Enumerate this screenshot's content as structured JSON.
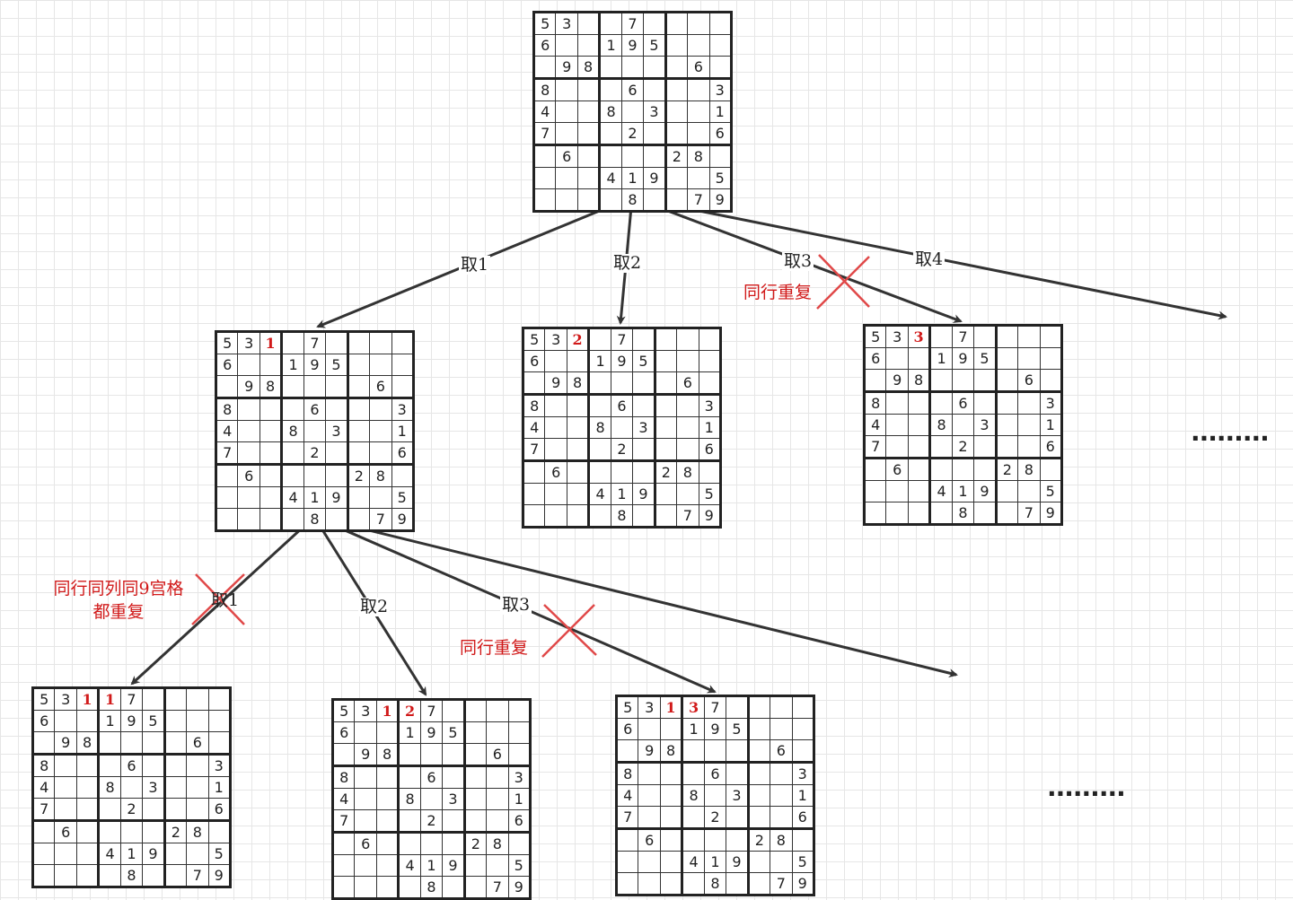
{
  "root_grid": [
    [
      "5",
      "3",
      "",
      "",
      "7",
      "",
      "",
      "",
      ""
    ],
    [
      "6",
      "",
      "",
      "1",
      "9",
      "5",
      "",
      "",
      ""
    ],
    [
      "",
      "9",
      "8",
      "",
      "",
      "",
      "",
      "6",
      ""
    ],
    [
      "8",
      "",
      "",
      "",
      "6",
      "",
      "",
      "",
      "3"
    ],
    [
      "4",
      "",
      "",
      "8",
      "",
      "3",
      "",
      "",
      "1"
    ],
    [
      "7",
      "",
      "",
      "",
      "2",
      "",
      "",
      "",
      "6"
    ],
    [
      "",
      "6",
      "",
      "",
      "",
      "",
      "2",
      "8",
      ""
    ],
    [
      "",
      "",
      "",
      "4",
      "1",
      "9",
      "",
      "",
      "5"
    ],
    [
      "",
      "",
      "",
      "",
      "8",
      "",
      "",
      "7",
      "9"
    ]
  ],
  "level1": {
    "labels": [
      "取1",
      "取2",
      "取3",
      "取4"
    ],
    "note": "同行重复",
    "grids": [
      {
        "placed": [
          {
            "col": 2,
            "value": "1"
          }
        ]
      },
      {
        "placed": [
          {
            "col": 2,
            "value": "2"
          }
        ]
      },
      {
        "placed": [
          {
            "col": 2,
            "value": "3"
          }
        ]
      }
    ],
    "ellipsis": "........."
  },
  "level2": {
    "labels": [
      "取1",
      "取2",
      "取3"
    ],
    "note_lines": [
      "同行同列同9宫格",
      "都重复"
    ],
    "note": "同行重复",
    "grids": [
      {
        "placed": [
          {
            "col": 2,
            "value": "1"
          },
          {
            "col": 3,
            "value": "1"
          }
        ]
      },
      {
        "placed": [
          {
            "col": 2,
            "value": "1"
          },
          {
            "col": 3,
            "value": "2"
          }
        ]
      },
      {
        "placed": [
          {
            "col": 2,
            "value": "1"
          },
          {
            "col": 3,
            "value": "3"
          }
        ]
      }
    ],
    "ellipsis": "........."
  },
  "colors": {
    "line": "#333333",
    "cross": "#e04848",
    "highlight": "#d11a1a"
  }
}
